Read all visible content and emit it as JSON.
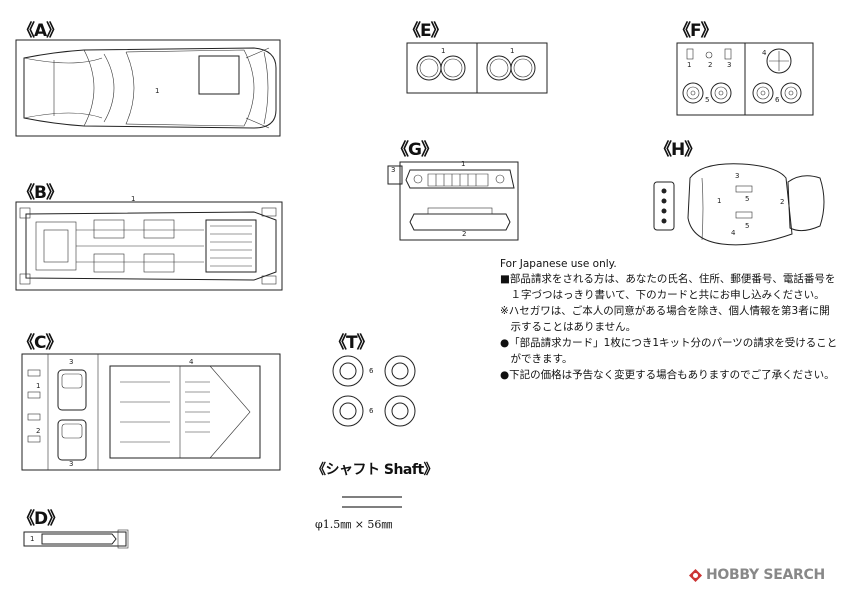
{
  "sections": {
    "A": {
      "label": "《A》",
      "parts": [
        "1"
      ]
    },
    "B": {
      "label": "《B》",
      "parts": [
        "1"
      ]
    },
    "C": {
      "label": "《C》",
      "parts": [
        "3",
        "1",
        "2",
        "3",
        "4"
      ]
    },
    "D": {
      "label": "《D》",
      "parts": [
        "1"
      ]
    },
    "E": {
      "label": "《E》",
      "parts": [
        "1",
        "1"
      ]
    },
    "F": {
      "label": "《F》",
      "parts": [
        "1",
        "2",
        "3",
        "4",
        "5",
        "6"
      ]
    },
    "G": {
      "label": "《G》",
      "parts": [
        "1",
        "2",
        "3"
      ]
    },
    "H": {
      "label": "《H》",
      "parts": [
        "1",
        "2",
        "3",
        "4",
        "5",
        "5"
      ]
    },
    "T": {
      "label": "《T》",
      "parts": [
        "6",
        "6"
      ]
    }
  },
  "shaft": {
    "title": "《シャフト Shaft》",
    "dimension": "φ1.5㎜ × 56㎜"
  },
  "notes": {
    "heading": "For Japanese use only.",
    "lines": [
      "■部品請求をされる方は、あなたの氏名、住所、郵便番号、電話番号を",
      "　１字づつはっきり書いて、下のカードと共にお申し込みください。",
      "※ハセガワは、ご本人の同意がある場合を除き、個人情報を第3者に開",
      "　示することはありません。",
      "●「部品請求カード」1枚につき1キット分のパーツの請求を受けること",
      "　ができます。",
      "●下記の価格は予告なく変更する場合もありますのでご了承ください。"
    ]
  },
  "watermark": {
    "brand": "HOBBY SEARCH",
    "icon": "hobby-search-logo-icon"
  }
}
